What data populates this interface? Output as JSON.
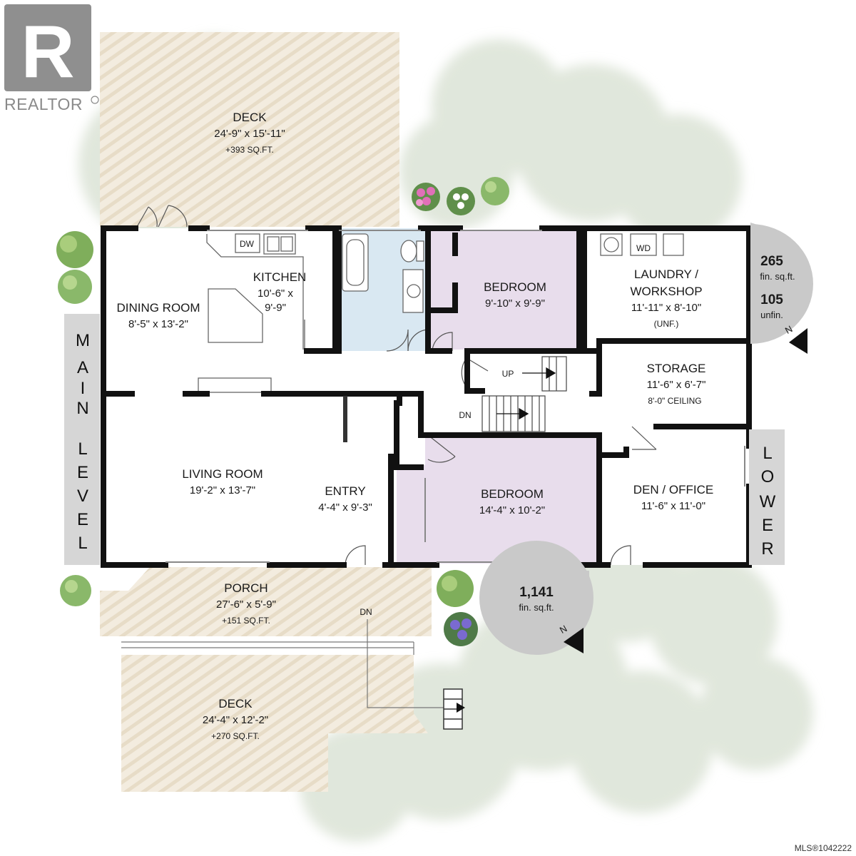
{
  "branding": {
    "logo_letter": "R",
    "logo_text": "REALTOR",
    "mls": "MLS®1042222"
  },
  "colors": {
    "wall": "#111111",
    "deck_wood": "#efe6d5",
    "bathroom": "#d9e8f2",
    "bedroom": "#e8ddec",
    "foliage": "#dbe3d6",
    "badge": "#c9c9c9",
    "level_strip": "#d6d6d6"
  },
  "levels": {
    "main": [
      "M",
      "A",
      "I",
      "N",
      "L",
      "E",
      "V",
      "E",
      "L"
    ],
    "lower": [
      "L",
      "O",
      "W",
      "E",
      "R"
    ]
  },
  "rooms": {
    "deck_top": {
      "name": "DECK",
      "dims": "24'-9\" x 15'-11\"",
      "note": "+393 SQ.FT."
    },
    "kitchen": {
      "name": "KITCHEN",
      "dims_1": "10'-6\" x",
      "dims_2": "9'-9\""
    },
    "dining": {
      "name": "DINING ROOM",
      "dims": "8'-5\" x 13'-2\""
    },
    "bedroom_1": {
      "name": "BEDROOM",
      "dims": "9'-10\" x 9'-9\""
    },
    "laundry": {
      "name_1": "LAUNDRY /",
      "name_2": "WORKSHOP",
      "dims": "11'-11\" x 8'-10\"",
      "note": "(UNF.)"
    },
    "storage": {
      "name": "STORAGE",
      "dims": "11'-6\" x 6'-7\"",
      "note": "8'-0\" CEILING"
    },
    "living": {
      "name": "LIVING ROOM",
      "dims": "19'-2\" x 13'-7\""
    },
    "entry": {
      "name": "ENTRY",
      "dims": "4'-4\" x 9'-3\""
    },
    "bedroom_2": {
      "name": "BEDROOM",
      "dims": "14'-4\" x 10'-2\""
    },
    "den": {
      "name": "DEN / OFFICE",
      "dims": "11'-6\" x 11'-0\""
    },
    "porch": {
      "name": "PORCH",
      "dims": "27'-6\" x 5'-9\"",
      "note": "+151 SQ.FT."
    },
    "deck_bottom": {
      "name": "DECK",
      "dims": "24'-4\" x 12'-2\"",
      "note": "+270 SQ.FT."
    }
  },
  "fixtures": {
    "dishwasher": "DW",
    "washer_dryer": "WD"
  },
  "stairs": {
    "up": "UP",
    "down": "DN",
    "porch_down": "DN"
  },
  "badges": {
    "lower": {
      "fin_value": "265",
      "fin_label": "fin. sq.ft.",
      "unfin_value": "105",
      "unfin_label": "unfin.",
      "north": "N"
    },
    "main": {
      "fin_value": "1,141",
      "fin_label": "fin. sq.ft.",
      "north": "N"
    }
  }
}
